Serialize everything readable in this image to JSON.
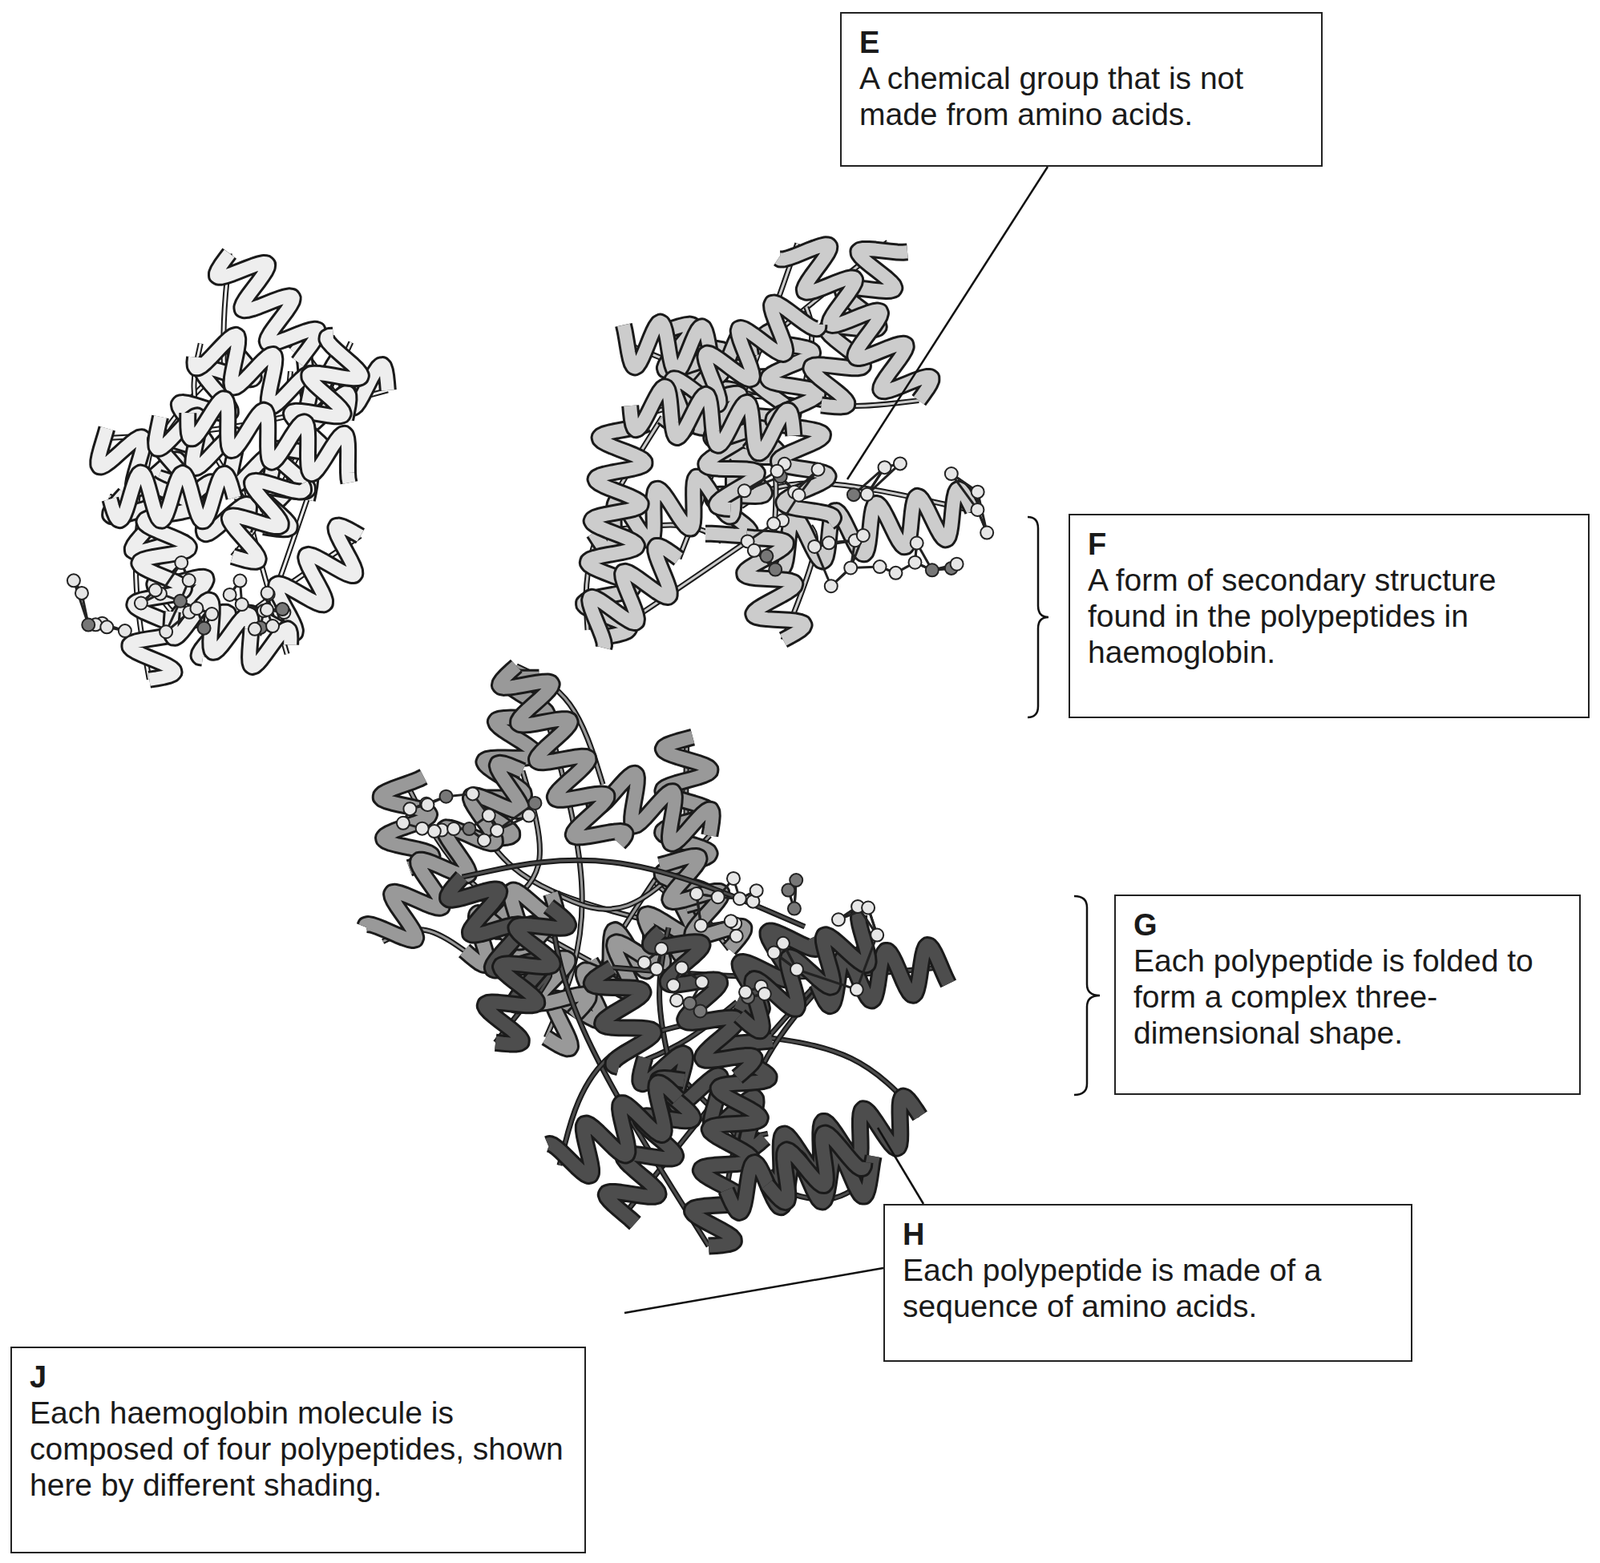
{
  "diagram": {
    "nodes": [
      {
        "text": [
          "E",
          "A chemical group that is not made from amino acids."
        ]
      },
      {
        "text": [
          "F",
          "A form of secondary structure found in the polypeptides in haemoglobin."
        ]
      },
      {
        "text": [
          "G",
          "Each polypeptide is folded to form a complex three-dimensional shape."
        ]
      },
      {
        "text": [
          "H",
          "Each polypeptide is made of a sequence of amino acids."
        ]
      },
      {
        "text": [
          "J",
          "Each haemoglobin molecule is composed of four polypeptides, shown here by different shading."
        ]
      }
    ]
  }
}
